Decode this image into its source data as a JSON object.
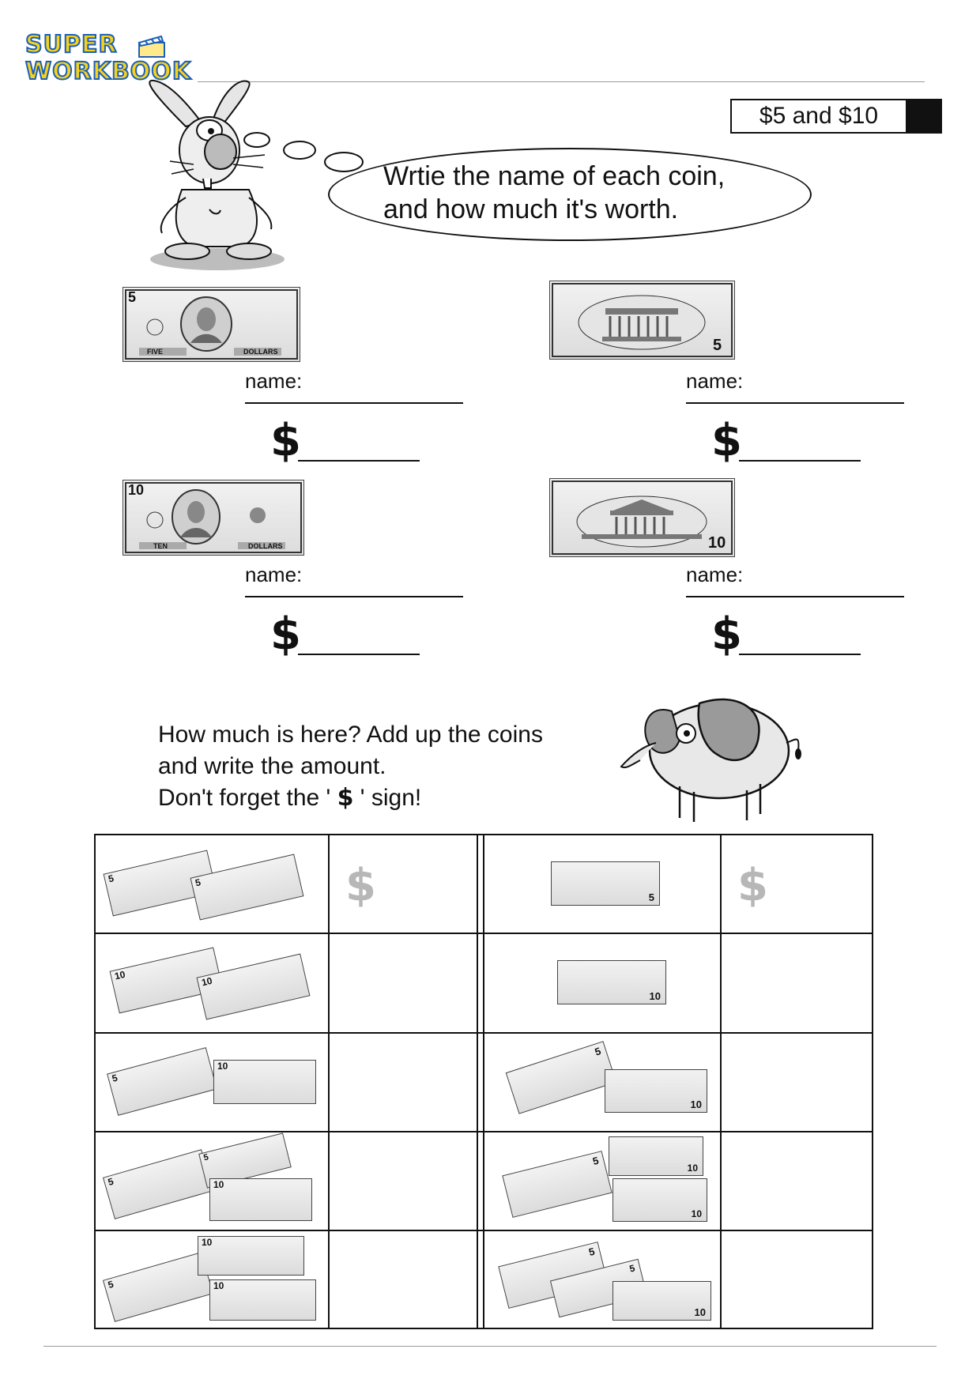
{
  "logo": {
    "line1": "SUPER",
    "line2": "WORKBOOK"
  },
  "topic": "$5 and $10",
  "instructions": {
    "line1": "Wrtie the name of each coin,",
    "line2": "and how much it's worth."
  },
  "identify": [
    {
      "bill": "five-dollar-front",
      "name_label": "name:",
      "dollar_sign": "$"
    },
    {
      "bill": "five-dollar-back",
      "name_label": "name:",
      "dollar_sign": "$"
    },
    {
      "bill": "ten-dollar-front",
      "name_label": "name:",
      "dollar_sign": "$"
    },
    {
      "bill": "ten-dollar-back",
      "name_label": "name:",
      "dollar_sign": "$"
    }
  ],
  "bill_texts": {
    "five_front_value": "5",
    "five_front_words": "FIVE",
    "five_front_dollars": "DOLLARS",
    "five_back_value": "5",
    "ten_front_value": "10",
    "ten_front_words": "TEN",
    "ten_front_dollars": "DOLLARS",
    "ten_back_value": "10"
  },
  "question": {
    "line1": "How much is here? Add up the coins",
    "line2": "and write the amount.",
    "line3_before": "Don't forget the ' ",
    "line3_symbol": "$",
    "line3_after": " ' sign!"
  },
  "grid": {
    "answer_hint": "$",
    "rows": [
      {
        "left": [
          "5",
          "5"
        ],
        "right": [
          "5"
        ]
      },
      {
        "left": [
          "10",
          "10"
        ],
        "right": [
          "10"
        ]
      },
      {
        "left": [
          "5",
          "10"
        ],
        "right": [
          "5",
          "10"
        ]
      },
      {
        "left": [
          "5",
          "5",
          "10"
        ],
        "right": [
          "5",
          "10",
          "10"
        ]
      },
      {
        "left": [
          "5",
          "10",
          "10"
        ],
        "right": [
          "5",
          "5",
          "10"
        ]
      }
    ]
  }
}
